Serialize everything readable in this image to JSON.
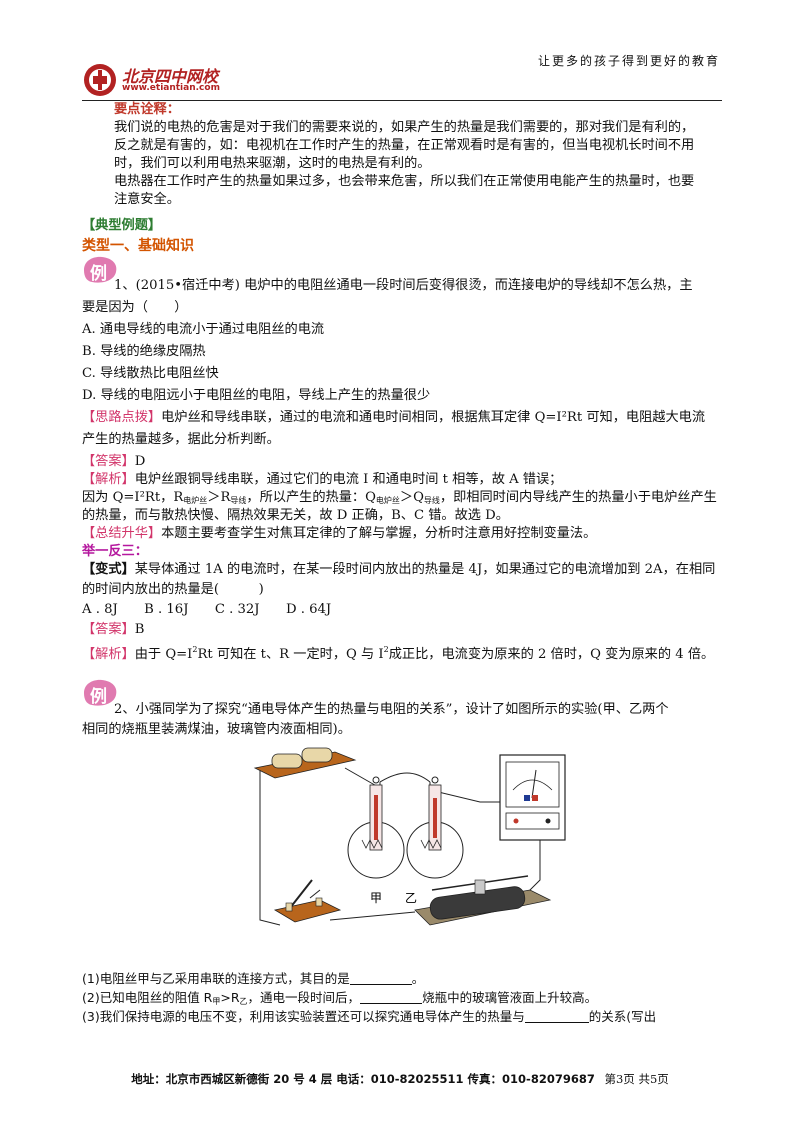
{
  "header": {
    "logo_cn": "北京四中网校",
    "logo_url": "www.etiantian.com",
    "slogan": "让更多的孩子得到更好的教育",
    "brand_color": "#b22222"
  },
  "notes": {
    "title": "要点诠释：",
    "p1_l1": "我们说的电热的危害是对于我们的需要来说的，如果产生的热量是我们需要的，那对我们是有利的，",
    "p1_l2": "反之就是有害的，如：电视机在工作时产生的热量，在正常观看时是有害的，但当电视机长时间不用",
    "p1_l3": "时，我们可以利用电热来驱潮，这时的电热是有利的。",
    "p2_l1": "电热器在工作时产生的热量如果过多，也会带来危害，所以我们在正常使用电能产生的热量时，也要",
    "p2_l2": "注意安全。"
  },
  "section": {
    "typical": "【典型例题】",
    "type1": "类型一、基础知识"
  },
  "ex1": {
    "badge": "例",
    "q_l1": "1、(2015•宿迁中考) 电炉中的电阻丝通电一段时间后变得很烫，而连接电炉的导线却不怎么热，主",
    "q_l2": "要是因为（　　）",
    "opt_a": "A. 通电导线的电流小于通过电阻丝的电流",
    "opt_b": "B. 导线的绝缘皮隔热",
    "opt_c": "C. 导线散热比电阻丝快",
    "opt_d": "D. 导线的电阻远小于电阻丝的电阻，导线上产生的热量很少",
    "hint_tag": "【思路点拨】",
    "hint_l1": "电炉丝和导线串联，通过的电流和通电时间相同，根据焦耳定律 Q=I²Rt 可知，电阻越大电流",
    "hint_l2": "产生的热量越多，据此分析判断。",
    "answer_tag": "【答案】",
    "answer": "D",
    "analysis_tag": "【解析】",
    "analysis_l1": "电炉丝跟铜导线串联，通过它们的电流 I 和通电时间 t 相等，故 A 错误；",
    "analysis_l2a": "因为 Q=I²Rt，R",
    "analysis_l2_sub1": "电炉丝",
    "analysis_l2b": "＞R",
    "analysis_l2_sub2": "导线",
    "analysis_l2c": "，所以产生的热量：Q",
    "analysis_l2_sub3": "电炉丝",
    "analysis_l2d": "＞Q",
    "analysis_l2_sub4": "导线",
    "analysis_l2e": "，即相同时间内导线产生的热量小于电炉丝产生",
    "analysis_l3": "的热量，而与散热快慢、隔热效果无关，故 D 正确，B、C 错。故选 D。",
    "summary_tag": "【总结升华】",
    "summary": "本题主要考查学生对焦耳定律的了解与掌握，分析时注意用好控制变量法。"
  },
  "variant": {
    "title": "举一反三：",
    "tag": "【变式】",
    "q_l1": "某导体通过 1A 的电流时，在某一段时间内放出的热量是 4J，如果通过它的电流增加到 2A，在相同",
    "q_l2": "的时间内放出的热量是(　　　)",
    "options": "A . 8J　　B . 16J　　C . 32J　　D . 64J",
    "answer_tag": "【答案】",
    "answer": "B",
    "analysis_tag": "【解析】",
    "analysis_a": "由于 Q=I",
    "analysis_sup1": "2",
    "analysis_b": "Rt 可知在 t、R 一定时，Q 与 I",
    "analysis_sup2": "2",
    "analysis_c": "成正比，电流变为原来的 2 倍时，Q 变为原来的 4 倍。"
  },
  "ex2": {
    "badge": "例",
    "q_l1": "2、小强同学为了探究“通电导体产生的热量与电阻的关系”，设计了如图所示的实验(甲、乙两个",
    "q_l2": "相同的烧瓶里装满煤油，玻璃管内液面相同)。",
    "label_jia": "甲",
    "label_yi": "乙",
    "s1": "(1)电阻丝甲与乙采用串联的连接方式，其目的是",
    "s1_end": "。",
    "s2a": "(2)已知电阻丝的阻值 R",
    "s2_sub1": "甲",
    "s2b": ">R",
    "s2_sub2": "乙",
    "s2c": "，通电一段时间后，",
    "s2d": "烧瓶中的玻璃管液面上升较高。",
    "s3a": "(3)我们保持电源的电压不变，利用该实验装置还可以探究通电导体产生的热量与",
    "s3b": "的关系(写出"
  },
  "footer": {
    "address": "地址：北京市西城区新德街 20 号 4 层  电话：010-82025511  传真：010-82079687",
    "page": "第3页  共5页"
  }
}
